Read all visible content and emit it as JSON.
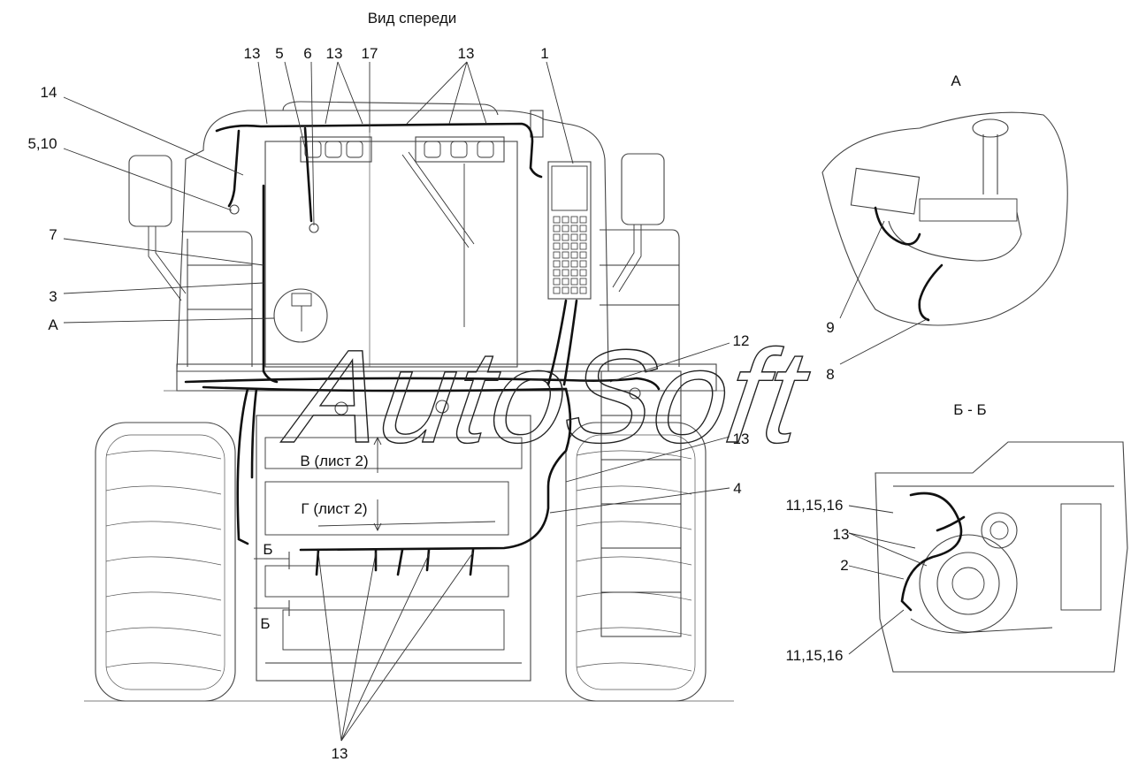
{
  "titles": {
    "front_view": "Вид спереди",
    "view_a": "А",
    "section_bb": "Б - Б"
  },
  "callouts": {
    "c13_a": "13",
    "c5": "5",
    "c6": "6",
    "c13_b": "13",
    "c17": "17",
    "c13_c": "13",
    "c1": "1",
    "c14": "14",
    "c5_10": "5,10",
    "c7": "7",
    "c3": "3",
    "cA": "А",
    "c12": "12",
    "c13_d": "13",
    "c4": "4",
    "c13_bottom": "13",
    "c9": "9",
    "c8": "8",
    "c11_15_16_top": "11,15,16",
    "c13_bb": "13",
    "c2": "2",
    "c11_15_16_bottom": "11,15,16"
  },
  "section_marks": {
    "b_upper": "Б",
    "b_lower": "Б",
    "v_sheet": "В (лист 2)",
    "g_sheet": "Г (лист 2)"
  },
  "watermark": "AutoSoft"
}
